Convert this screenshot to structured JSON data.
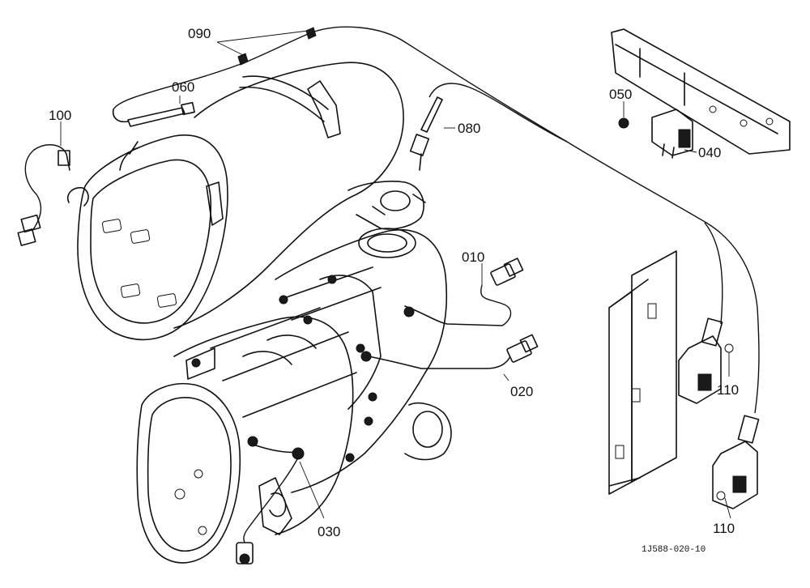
{
  "labels": {
    "p010": "010",
    "p020": "020",
    "p030": "030",
    "p040": "040",
    "p050": "050",
    "p060": "060",
    "p080": "080",
    "p090": "090",
    "p100": "100",
    "p110a": "110",
    "p110b": "110"
  },
  "reference": "1J588-020-10"
}
